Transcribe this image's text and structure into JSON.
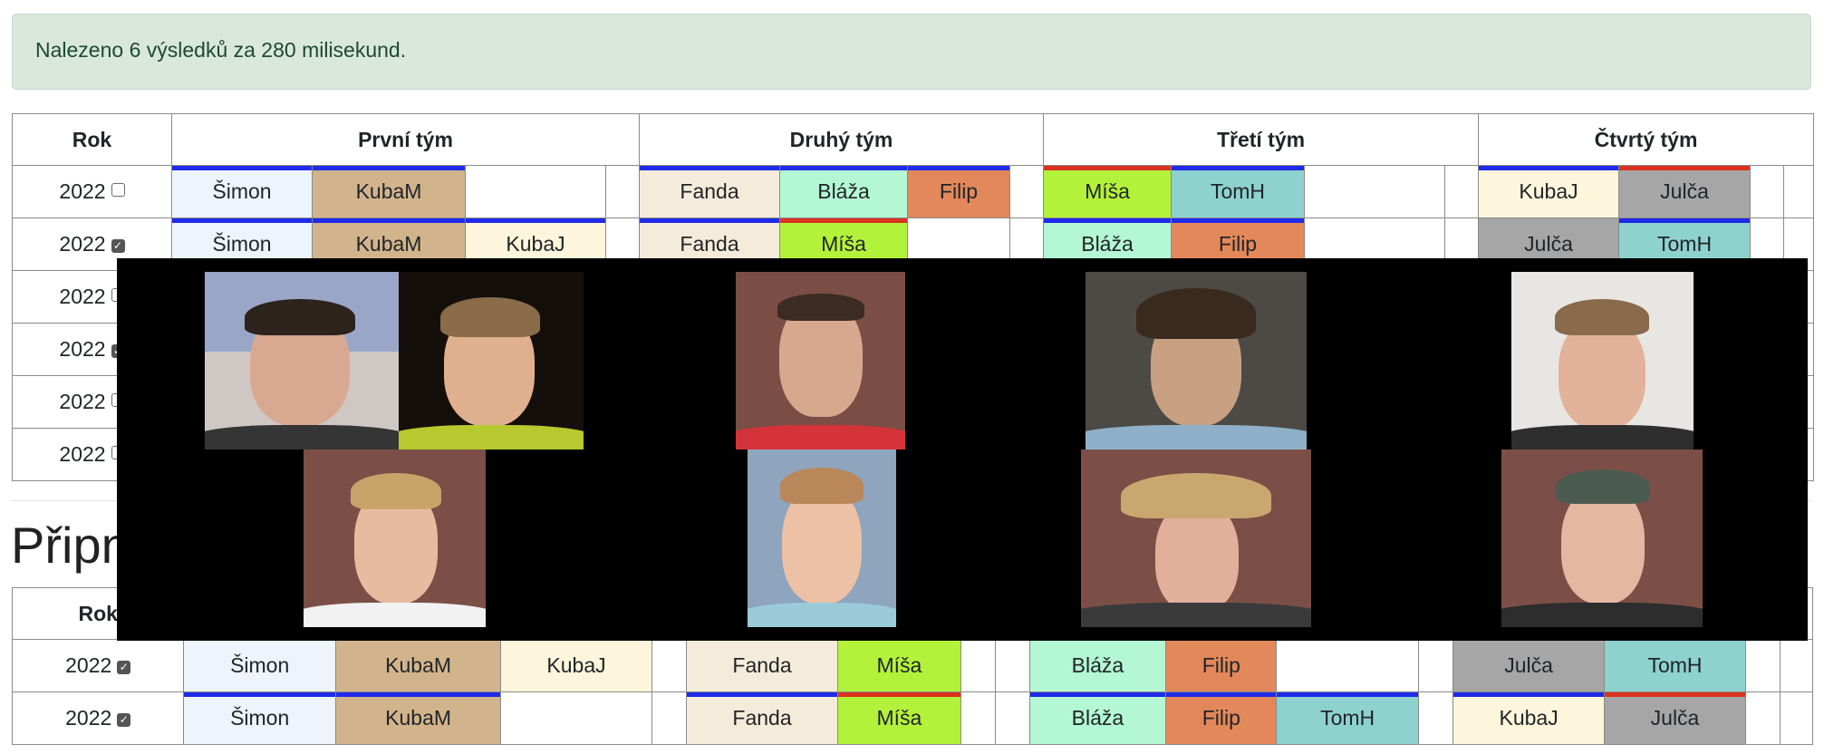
{
  "alert": {
    "text": "Nalezeno 6 výsledků za 280 milisekund."
  },
  "headers": {
    "rok": "Rok",
    "team1": "První tým",
    "team2": "Druhý tým",
    "team3": "Třetí tým",
    "team4": "Čtvrtý tým"
  },
  "pinned_heading": "Připn",
  "players": {
    "Šimon": "#eef4fb",
    "KubaM": "#d2b48c",
    "KubaJ": "#fdf6dc",
    "Fanda": "#f5ebda",
    "Bláža": "#b4f7d4",
    "Filip": "#e3885a",
    "Míša": "#b3f23a",
    "TomH": "#8dd2ce",
    "Julča": "#a6a6a6"
  },
  "colors": {
    "blue_bar": "#1f2be8",
    "red_bar": "#d9321f",
    "alert_bg": "#d9e7dd"
  },
  "results": [
    {
      "year": "2022",
      "checked": false,
      "t1": [
        "Šimon",
        "KubaM"
      ],
      "t2": [
        "Fanda",
        "Bláža",
        "Filip"
      ],
      "t3": [
        "Míša",
        "TomH"
      ],
      "t4": [
        "KubaJ",
        "Julča"
      ]
    },
    {
      "year": "2022",
      "checked": true,
      "t1": [
        "Šimon",
        "KubaM",
        "KubaJ"
      ],
      "t2": [
        "Fanda",
        "Míša"
      ],
      "t3": [
        "Bláža",
        "Filip"
      ],
      "t4": [
        "Julča",
        "TomH"
      ]
    },
    {
      "year": "2022",
      "checked": false
    },
    {
      "year": "2022",
      "checked": true
    },
    {
      "year": "2022",
      "checked": false
    },
    {
      "year": "2022",
      "checked": false
    }
  ],
  "pinned_header": {
    "rok": "Rok"
  },
  "pinned": [
    {
      "year": "2022",
      "checked": true,
      "t1": [
        "Šimon",
        "KubaM",
        "KubaJ"
      ],
      "t2": [
        "Fanda",
        "Míša"
      ],
      "t3": [
        "Bláža",
        "Filip"
      ],
      "t4": [
        "Julča",
        "TomH"
      ]
    },
    {
      "year": "2022",
      "checked": true,
      "t1": [
        "Šimon",
        "KubaM"
      ],
      "t2": [
        "Fanda",
        "Míša"
      ],
      "t3": [
        "Bláža",
        "Filip",
        "TomH"
      ],
      "t4": [
        "KubaJ",
        "Julča"
      ]
    }
  ],
  "overlay": {
    "label": "team photos"
  }
}
